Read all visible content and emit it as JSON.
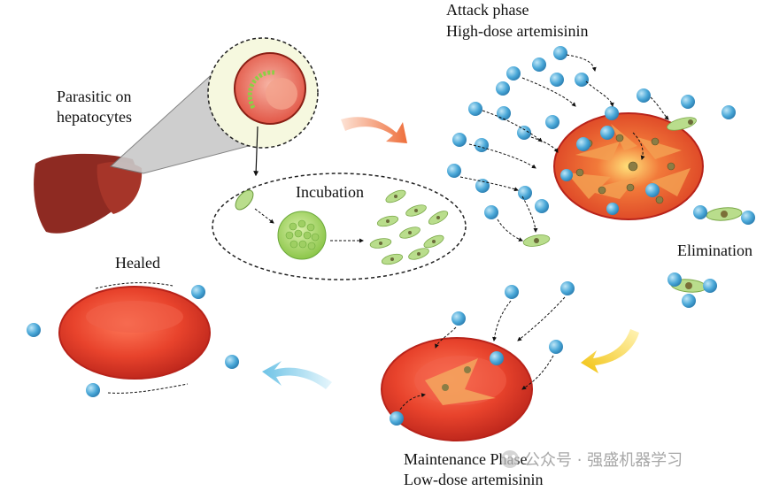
{
  "labels": {
    "parasitic_line1": "Parasitic on",
    "parasitic_line2": "hepatocytes",
    "incubation": "Incubation",
    "attack_line1": "Attack phase",
    "attack_line2": "High-dose artemisinin",
    "elimination": "Elimination",
    "healed": "Healed",
    "maintenance_line1": "Maintenance Phase",
    "maintenance_line2": "Low-dose artemisinin"
  },
  "watermark": {
    "text": "公众号 · 强盛机器学习"
  },
  "colors": {
    "liver": "#8e2a22",
    "rbc": "#e8432c",
    "drug_molecule": "#3e9fd0",
    "parasite": "#b9dd8c",
    "arrow_orange": "#f08a5d",
    "arrow_yellow": "#f2cf1e",
    "arrow_blue": "#8fd0ec"
  }
}
